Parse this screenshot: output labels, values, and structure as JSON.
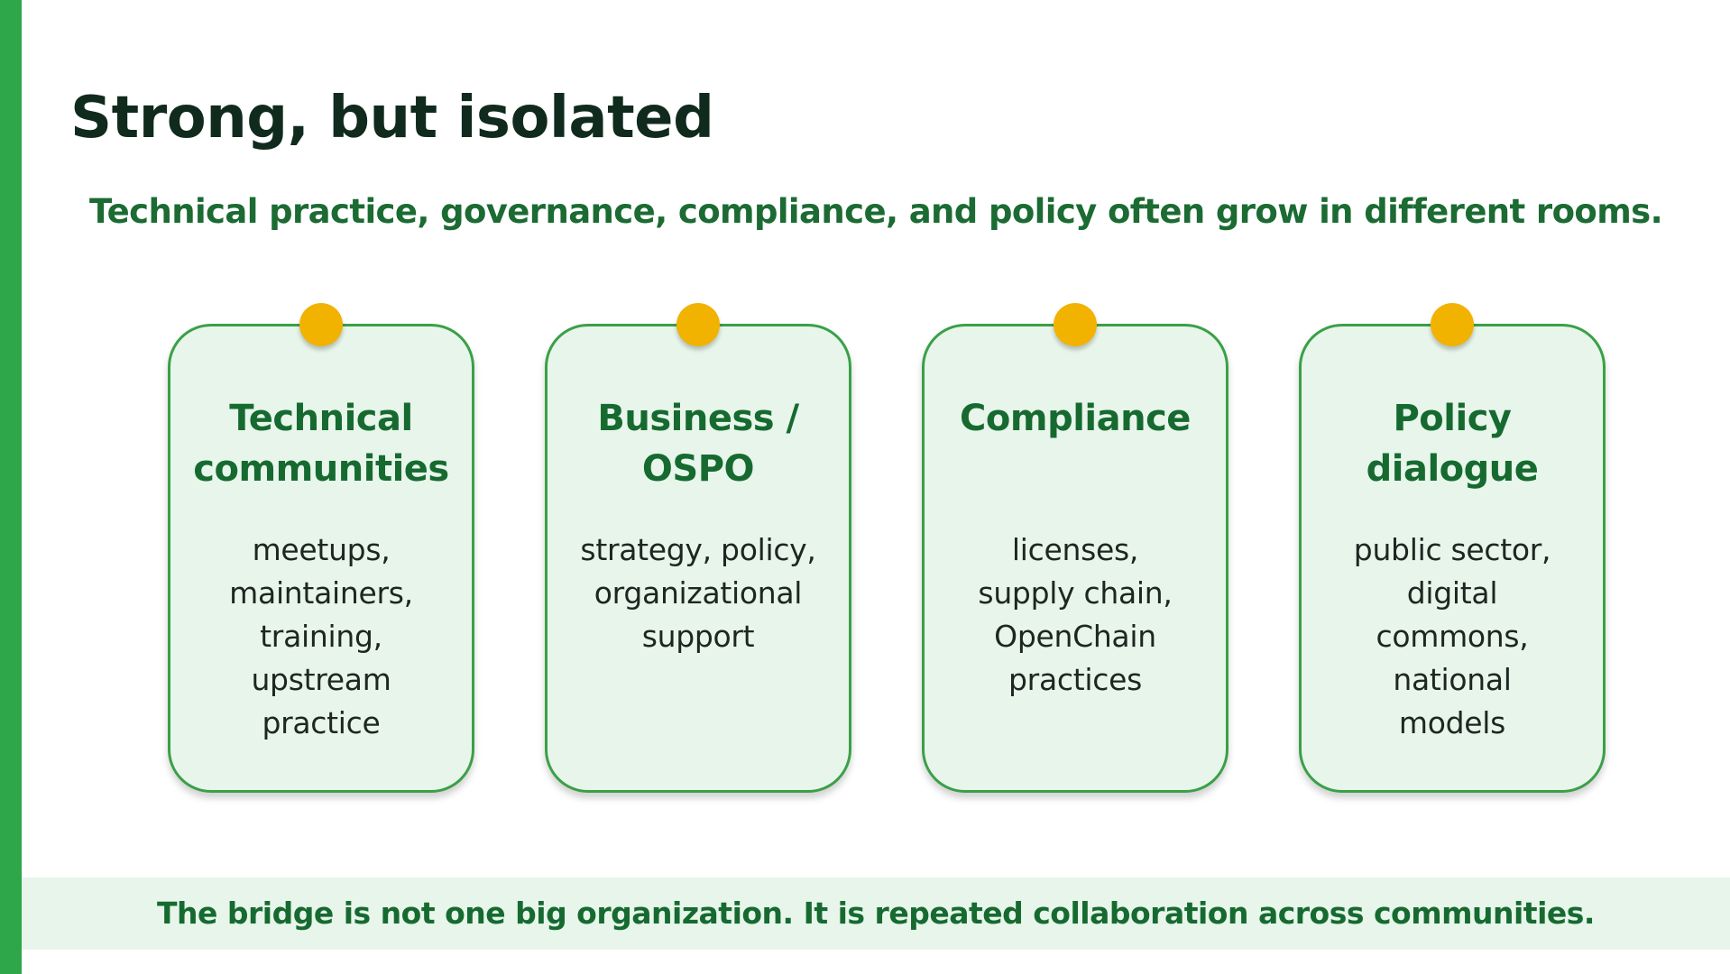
{
  "slide": {
    "title": "Strong, but isolated",
    "subtitle": "Technical practice, governance, compliance, and policy often grow in different rooms.",
    "footer": "The bridge is not one big organization. It is repeated collaboration across communities."
  },
  "colors": {
    "accent_bar": "#2ea64a",
    "title_text": "#102a1e",
    "green_text": "#166a30",
    "card_fill": "#e7f5ea",
    "card_border": "#3aa047",
    "dot": "#f2b200",
    "footer_fill": "#e7f5ea"
  },
  "cards": [
    {
      "title": "Technical\ncommunities",
      "body": "meetups,\nmaintainers,\ntraining,\nupstream\npractice"
    },
    {
      "title": "Business /\nOSPO",
      "body": "strategy, policy,\norganizational\nsupport"
    },
    {
      "title": "Compliance",
      "body": "licenses,\nsupply chain,\nOpenChain\npractices"
    },
    {
      "title": "Policy\ndialogue",
      "body": "public sector,\ndigital\ncommons,\nnational\nmodels"
    }
  ]
}
